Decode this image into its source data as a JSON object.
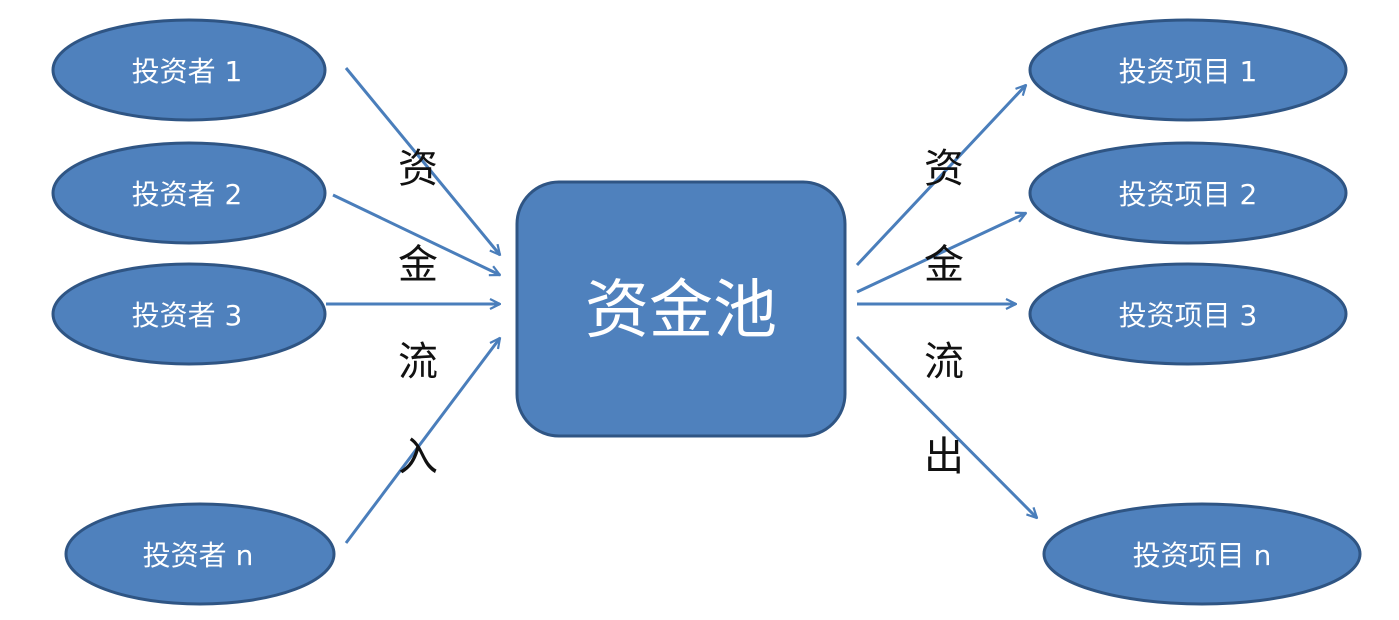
{
  "colors": {
    "node_fill": "#4f81bd",
    "node_stroke": "#2f5584",
    "arrow": "#4a7ebb",
    "node_text": "#ffffff",
    "label_text": "#111111"
  },
  "investors": [
    "投资者 1",
    "投资者 2",
    "投资者 3",
    "投资者 n"
  ],
  "pool": {
    "label": "资金池"
  },
  "projects": [
    "投资项目 1",
    "投资项目 2",
    "投资项目 3",
    "投资项目 n"
  ],
  "inflow_label": [
    "资",
    "金",
    "流",
    "入"
  ],
  "outflow_label": [
    "资",
    "金",
    "流",
    "出"
  ]
}
